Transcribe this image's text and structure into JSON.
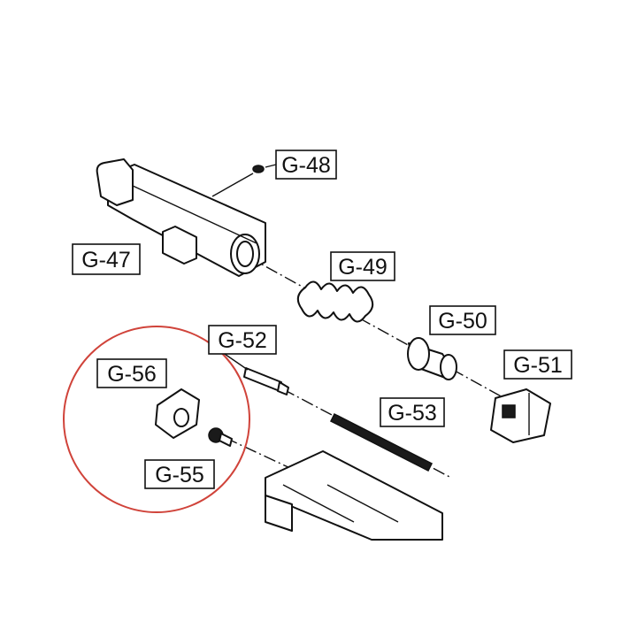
{
  "parts": [
    {
      "id": "g47",
      "label": "G-47"
    },
    {
      "id": "g48",
      "label": "G-48"
    },
    {
      "id": "g49",
      "label": "G-49"
    },
    {
      "id": "g50",
      "label": "G-50"
    },
    {
      "id": "g51",
      "label": "G-51"
    },
    {
      "id": "g52",
      "label": "G-52"
    },
    {
      "id": "g53",
      "label": "G-53"
    },
    {
      "id": "g55",
      "label": "G-55"
    },
    {
      "id": "g56",
      "label": "G-56"
    }
  ],
  "colors": {
    "line": "#111111",
    "highlight": "#d0433a",
    "background": "#ffffff"
  }
}
